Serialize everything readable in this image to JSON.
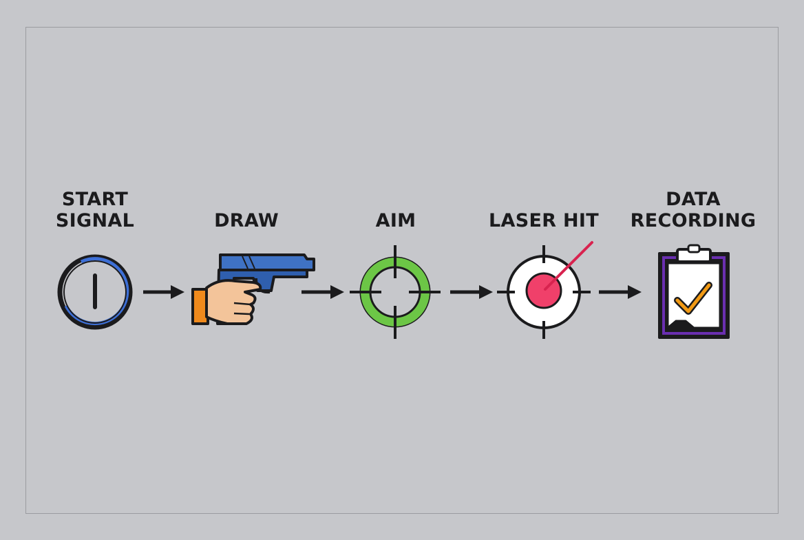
{
  "steps": [
    {
      "id": "start-signal",
      "lines": [
        "START",
        "SIGNAL"
      ],
      "icon": "power-icon"
    },
    {
      "id": "draw",
      "lines": [
        "DRAW"
      ],
      "icon": "pistol-hand-icon"
    },
    {
      "id": "aim",
      "lines": [
        "AIM"
      ],
      "icon": "green-crosshair-icon"
    },
    {
      "id": "laser-hit",
      "lines": [
        "LASER HIT"
      ],
      "icon": "laser-target-icon"
    },
    {
      "id": "data-recording",
      "lines": [
        "DATA",
        "RECORDING"
      ],
      "icon": "clipboard-check-icon"
    }
  ],
  "colors": {
    "background": "#c6c7cb",
    "outline": "#1b1b1d",
    "power_blue": "#3d6fd6",
    "pistol_blue": "#2f5fae",
    "sleeve_orange": "#f08a1c",
    "skin": "#f3c49a",
    "aim_green": "#6cc646",
    "hit_red": "#f0406a",
    "laser_red": "#d8234f",
    "clipboard_purple": "#6a2fb0",
    "check_orange": "#f29a14"
  }
}
